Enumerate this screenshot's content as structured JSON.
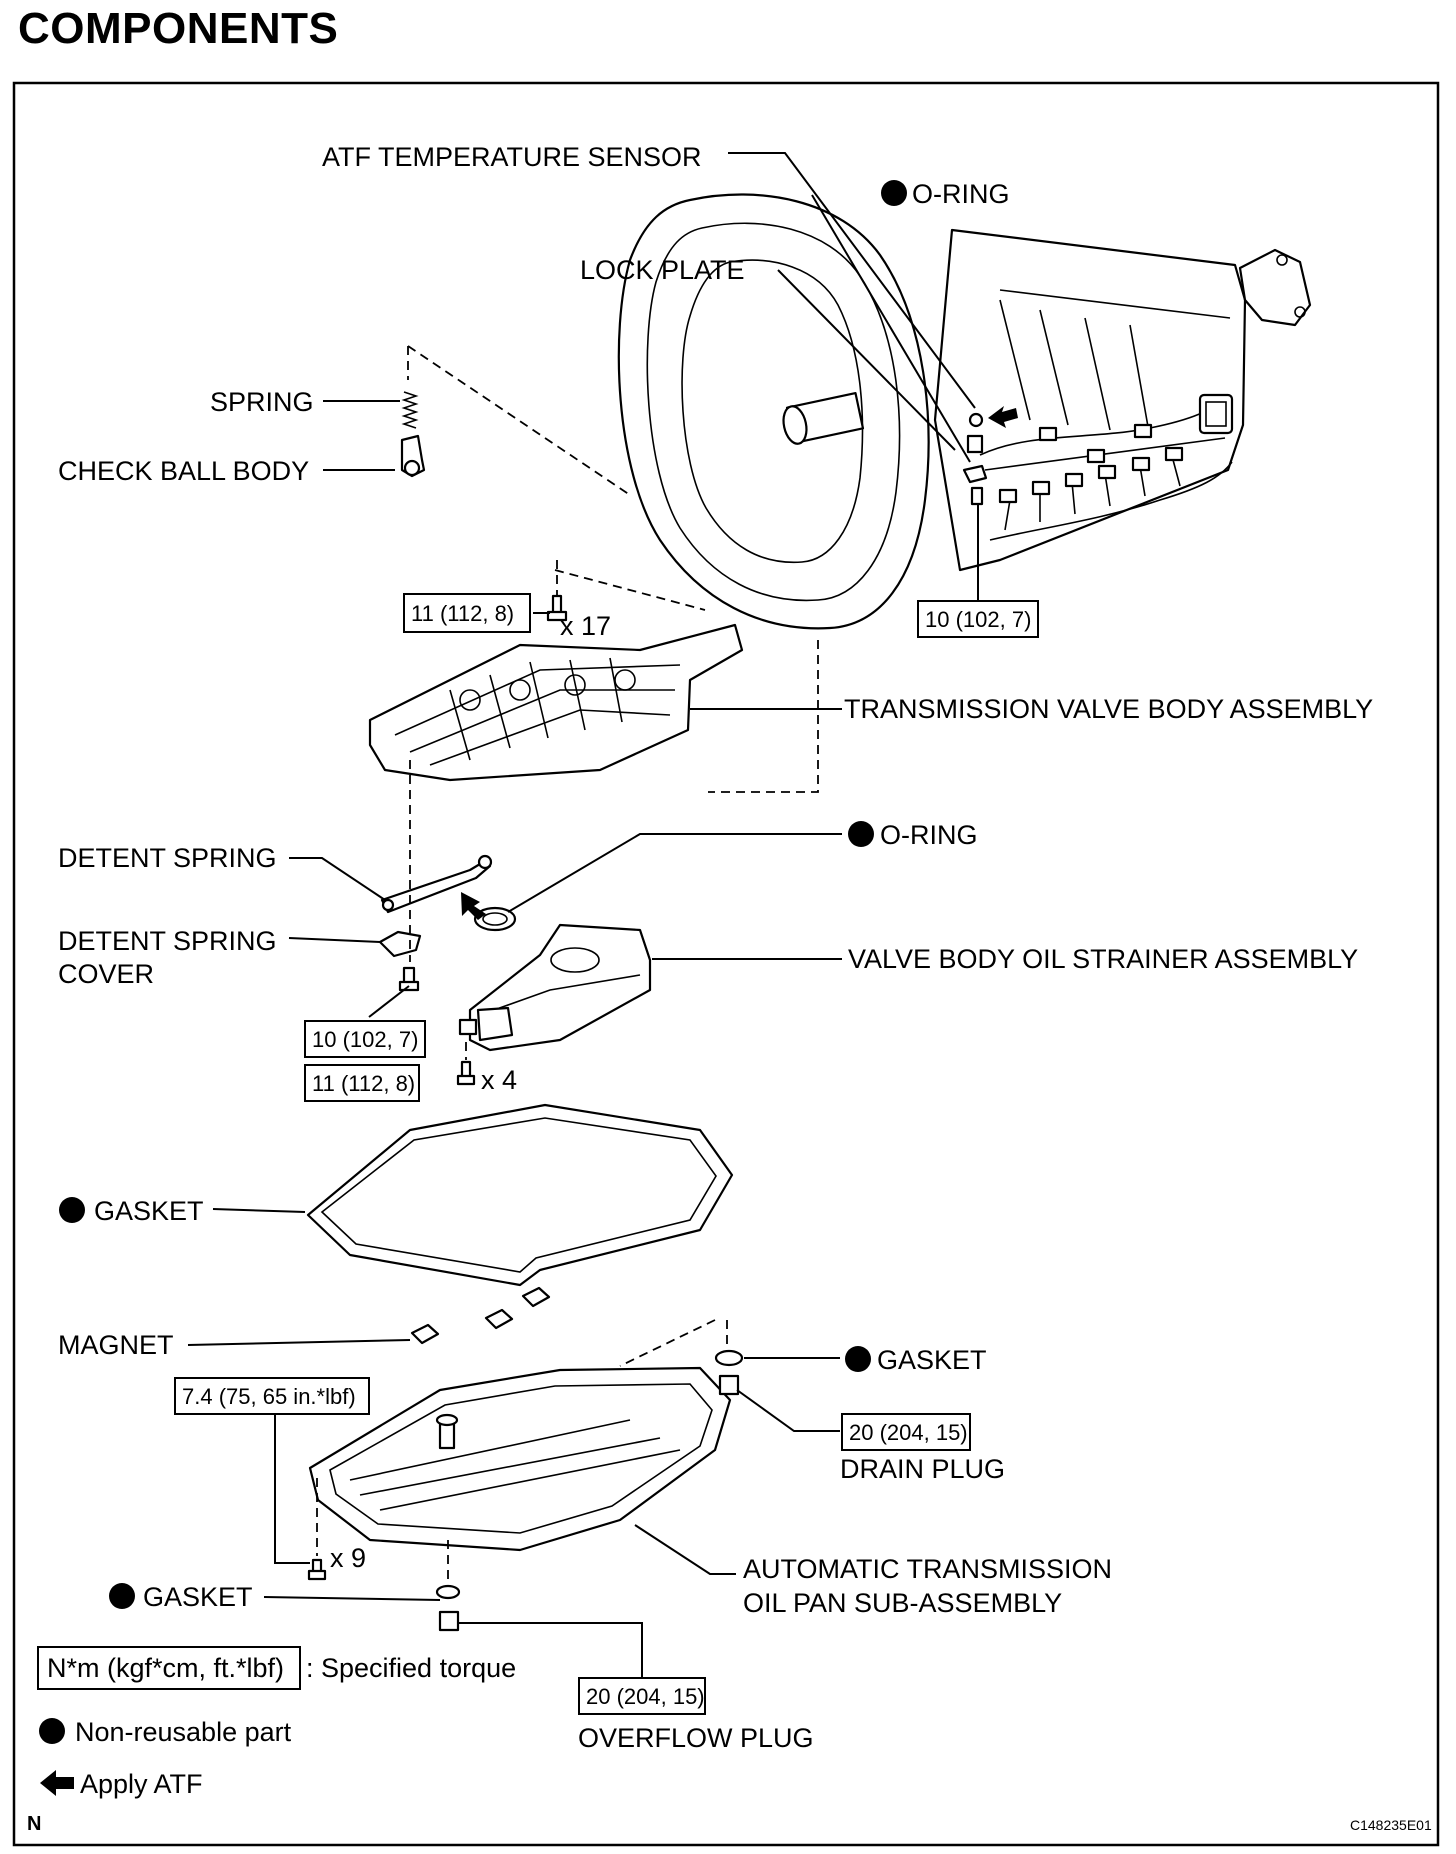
{
  "title": "COMPONENTS",
  "labels": {
    "atf_temperature_sensor": "ATF TEMPERATURE SENSOR",
    "o_ring_top": "O-RING",
    "lock_plate": "LOCK PLATE",
    "spring": "SPRING",
    "check_ball_body": "CHECK BALL BODY",
    "transmission_valve_body_assembly": "TRANSMISSION VALVE BODY ASSEMBLY",
    "o_ring_mid": "O-RING",
    "detent_spring": "DETENT SPRING",
    "detent_spring_cover_line1": "DETENT SPRING",
    "detent_spring_cover_line2": "COVER",
    "valve_body_oil_strainer_assembly": "VALVE BODY OIL STRAINER ASSEMBLY",
    "gasket_pan": "GASKET",
    "magnet": "MAGNET",
    "gasket_drain": "GASKET",
    "drain_plug": "DRAIN PLUG",
    "oil_pan_line1": "AUTOMATIC TRANSMISSION",
    "oil_pan_line2": "OIL PAN SUB-ASSEMBLY",
    "gasket_overflow": "GASKET",
    "overflow_plug": "OVERFLOW PLUG"
  },
  "torques": {
    "valve_body_bolt": "11 (112, 8)",
    "sensor_bolt": "10 (102, 7)",
    "detent_cover_bolt": "10 (102, 7)",
    "strainer_bolt": "11 (112, 8)",
    "oil_pan_bolt": "7.4 (75, 65 in.*lbf)",
    "drain_plug": "20 (204, 15)",
    "overflow_plug": "20 (204, 15)"
  },
  "quantities": {
    "valve_body_bolts": "x 17",
    "strainer_bolts": "x 4",
    "oil_pan_bolts": "x 9"
  },
  "legend": {
    "torque_box": "N*m (kgf*cm, ft.*lbf)",
    "torque_text": ": Specified torque",
    "non_reusable": "Non-reusable part",
    "apply_atf": "Apply ATF"
  },
  "footer": {
    "north_mark": "N",
    "code": "C148235E01"
  }
}
